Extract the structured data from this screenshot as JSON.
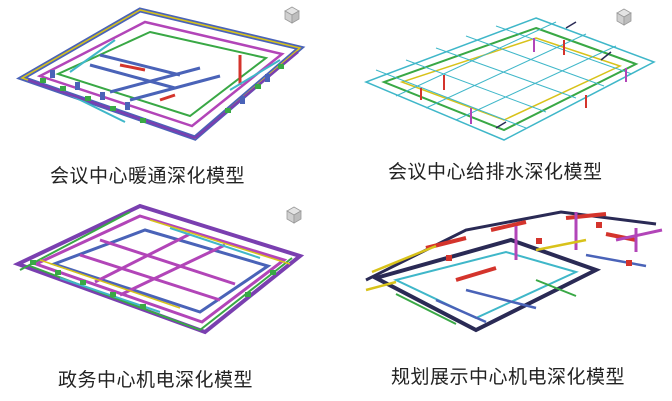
{
  "panels": [
    {
      "caption": "会议中心暖通深化模型",
      "model": "hvac-model"
    },
    {
      "caption": "会议中心给排水深化模型",
      "model": "plumbing-model"
    },
    {
      "caption": "政务中心机电深化模型",
      "model": "mep-model"
    },
    {
      "caption": "规划展示中心机电深化模型",
      "model": "mep-model"
    }
  ],
  "colors": {
    "background": "#ffffff",
    "caption_text": "#222222",
    "duct_blue": "#4a63b8",
    "duct_cyan": "#3fb7c9",
    "pipe_green": "#39a845",
    "pipe_yellow": "#d8c21a",
    "pipe_magenta": "#b245b8",
    "pipe_red": "#d4342c",
    "pipe_purple": "#7a3fb0",
    "pipe_dark": "#2a2a55"
  },
  "icons": [
    "viewcube-icon"
  ]
}
